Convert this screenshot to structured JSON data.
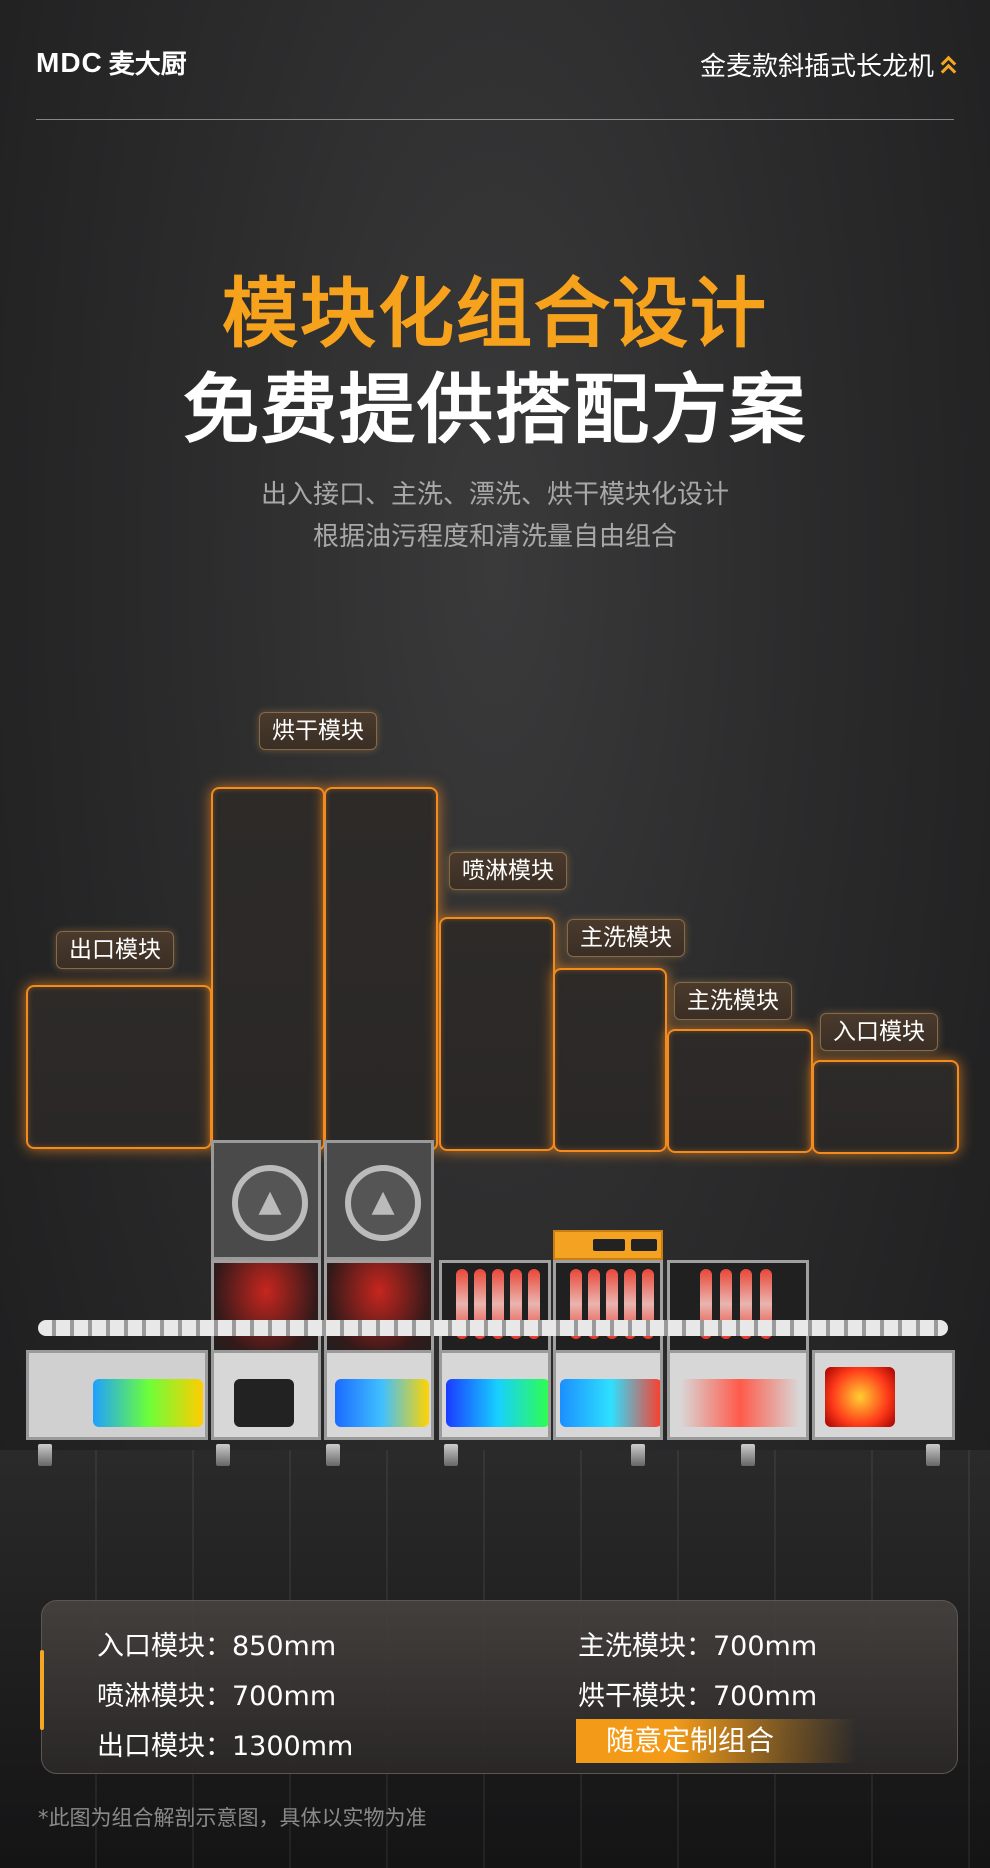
{
  "header": {
    "brand_mark": "MDC",
    "brand_cn": "麦大厨",
    "product_name": "金麦款斜插式长龙机"
  },
  "hero": {
    "title_line1": "模块化组合设计",
    "title_line2": "免费提供搭配方案",
    "subtitle_line1": "出入接口、主洗、漂洗、烘干模块化设计",
    "subtitle_line2": "根据油污程度和清洗量自由组合"
  },
  "modules": [
    {
      "label": "出口模块"
    },
    {
      "label": "烘干模块"
    },
    {
      "label": "喷淋模块"
    },
    {
      "label": "主洗模块"
    },
    {
      "label": "主洗模块"
    },
    {
      "label": "入口模块"
    }
  ],
  "specs": {
    "inlet": "入口模块：850mm",
    "main_wash": "主洗模块：700mm",
    "spray": "喷淋模块：700mm",
    "dry": "烘干模块：700mm",
    "outlet": "出口模块：1300mm",
    "custom_label": "随意定制组合"
  },
  "disclaimer": "*此图为组合解剖示意图，具体以实物为准",
  "colors": {
    "accent": "#f5a623",
    "glow": "#f38b1f",
    "background": "#2b2b2c"
  }
}
